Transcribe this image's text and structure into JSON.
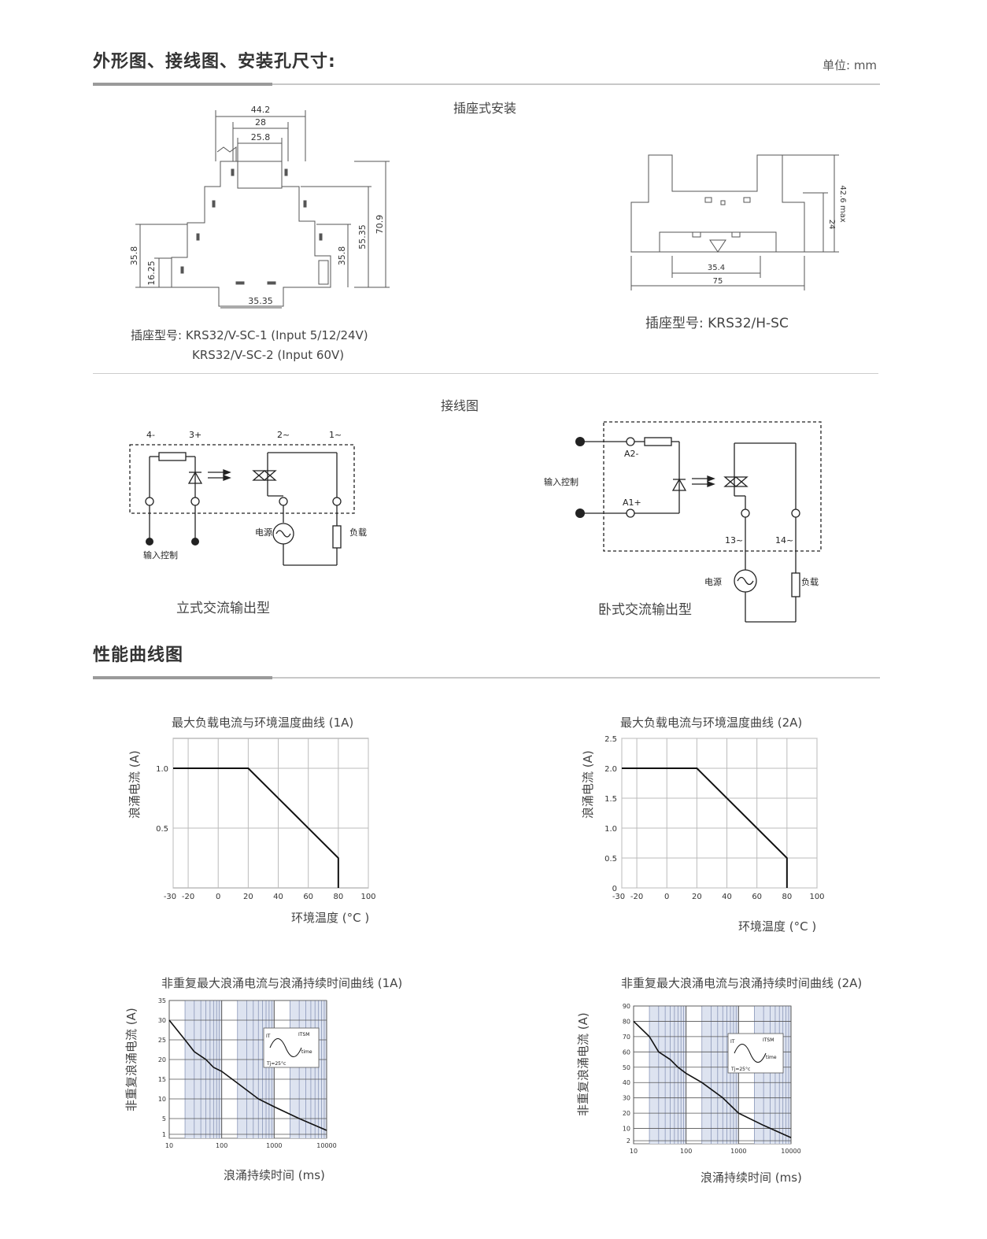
{
  "section1": {
    "title": "外形图、接线图、安装孔尺寸:",
    "unit": "单位: mm",
    "subtitle": "插座式安装",
    "left_model_label": "插座型号: KRS32/V-SC-1 (Input 5/12/24V)",
    "left_model_label2": "KRS32/V-SC-2 (Input 60V)",
    "right_model_label": "插座型号: KRS32/H-SC",
    "dims_left": [
      "44.2",
      "28",
      "25.8",
      "70.9",
      "55.35",
      "35.8",
      "35.8",
      "16.25",
      "35.35"
    ],
    "dims_right": [
      "42.6 max",
      "24",
      "35.4",
      "75"
    ]
  },
  "wiring": {
    "title": "接线图",
    "left": {
      "t1": "4-",
      "t2": "3+",
      "t3": "2~",
      "t4": "1~",
      "input": "输入控制",
      "power": "电源",
      "load": "负载",
      "caption": "立式交流输出型"
    },
    "right": {
      "a2": "A2-",
      "a1": "A1+",
      "input": "输入控制",
      "t13": "13~",
      "t14": "14~",
      "power": "电源",
      "load": "负载",
      "caption": "卧式交流输出型"
    }
  },
  "section2": {
    "title": "性能曲线图"
  },
  "charts": {
    "c1": {
      "title": "最大负载电流与环境温度曲线 (1A)",
      "ylabel": "浪涌电流 (A)",
      "xlabel": "环境温度 (°C )",
      "xticks": [
        "-30",
        "-20",
        "0",
        "20",
        "40",
        "60",
        "80",
        "100"
      ],
      "yticks": [
        "1.0",
        "0.5"
      ]
    },
    "c2": {
      "title": "最大负载电流与环境温度曲线 (2A)",
      "ylabel": "浪涌电流 (A)",
      "xlabel": "环境温度 (°C )",
      "xticks": [
        "-30",
        "-20",
        "0",
        "20",
        "40",
        "60",
        "80",
        "100"
      ],
      "yticks": [
        "2.5",
        "2.0",
        "1.5",
        "1.0",
        "0.5",
        "0"
      ]
    },
    "c3": {
      "title": "非重复最大浪涌电流与浪涌持续时间曲线 (1A)",
      "ylabel": "非重复浪涌电流 (A)",
      "xlabel": "浪涌持续时间 (ms)",
      "xticks": [
        "10",
        "100",
        "1000",
        "10000"
      ],
      "yticks": [
        "35",
        "30",
        "25",
        "20",
        "15",
        "10",
        "5",
        "1"
      ],
      "inset": {
        "it": "IT",
        "itsm": "ITSM",
        "time": "time",
        "tj": "Tj=25°c"
      }
    },
    "c4": {
      "title": "非重复最大浪涌电流与浪涌持续时间曲线 (2A)",
      "ylabel": "非重复浪涌电流 (A)",
      "xlabel": "浪涌持续时间 (ms)",
      "xticks": [
        "10",
        "100",
        "1000",
        "10000"
      ],
      "yticks": [
        "90",
        "80",
        "70",
        "60",
        "50",
        "40",
        "30",
        "20",
        "10",
        "2"
      ],
      "inset": {
        "it": "IT",
        "itsm": "ITSM",
        "time": "time",
        "tj": "Tj=25°c"
      }
    }
  },
  "chart_data": [
    {
      "type": "line",
      "title": "最大负载电流与环境温度曲线 (1A)",
      "xlabel": "环境温度 (°C )",
      "ylabel": "浪涌电流 (A)",
      "xlim": [
        -30,
        100
      ],
      "ylim": [
        0,
        1.25
      ],
      "series": [
        {
          "x": [
            -30,
            20,
            80,
            80
          ],
          "y": [
            1.0,
            1.0,
            0.25,
            0
          ]
        }
      ]
    },
    {
      "type": "line",
      "title": "最大负载电流与环境温度曲线 (2A)",
      "xlabel": "环境温度 (°C )",
      "ylabel": "浪涌电流 (A)",
      "xlim": [
        -30,
        100
      ],
      "ylim": [
        0,
        2.5
      ],
      "series": [
        {
          "x": [
            -30,
            20,
            80,
            80
          ],
          "y": [
            2.0,
            2.0,
            0.5,
            0
          ]
        }
      ]
    },
    {
      "type": "line",
      "title": "非重复最大浪涌电流与浪涌持续时间曲线 (1A)",
      "xlabel": "浪涌持续时间 (ms)",
      "ylabel": "非重复浪涌电流 (A)",
      "xscale": "log",
      "xlim": [
        10,
        10000
      ],
      "ylim": [
        0,
        35
      ],
      "series": [
        {
          "x": [
            10,
            20,
            30,
            50,
            70,
            100,
            200,
            500,
            1000,
            3000,
            10000
          ],
          "y": [
            30,
            25,
            22,
            20,
            18,
            17,
            14,
            10,
            8,
            5,
            2
          ]
        }
      ]
    },
    {
      "type": "line",
      "title": "非重复最大浪涌电流与浪涌持续时间曲线 (2A)",
      "xlabel": "浪涌持续时间 (ms)",
      "ylabel": "非重复浪涌电流 (A)",
      "xscale": "log",
      "xlim": [
        10,
        10000
      ],
      "ylim": [
        0,
        90
      ],
      "series": [
        {
          "x": [
            10,
            20,
            30,
            50,
            70,
            100,
            200,
            500,
            1000,
            3000,
            10000
          ],
          "y": [
            80,
            70,
            60,
            55,
            50,
            46,
            40,
            30,
            20,
            12,
            4
          ]
        }
      ]
    }
  ]
}
